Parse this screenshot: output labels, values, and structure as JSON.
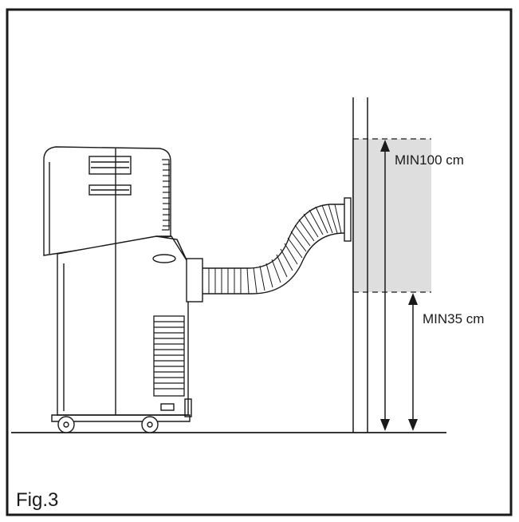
{
  "figure": {
    "caption": "Fig.3"
  },
  "dimensions": {
    "upper_clearance": "MIN100 cm",
    "lower_clearance": "MIN35 cm"
  },
  "colors": {
    "line": "#1a1a1a",
    "shaded_zone": "#dedede",
    "background": "#ffffff"
  }
}
